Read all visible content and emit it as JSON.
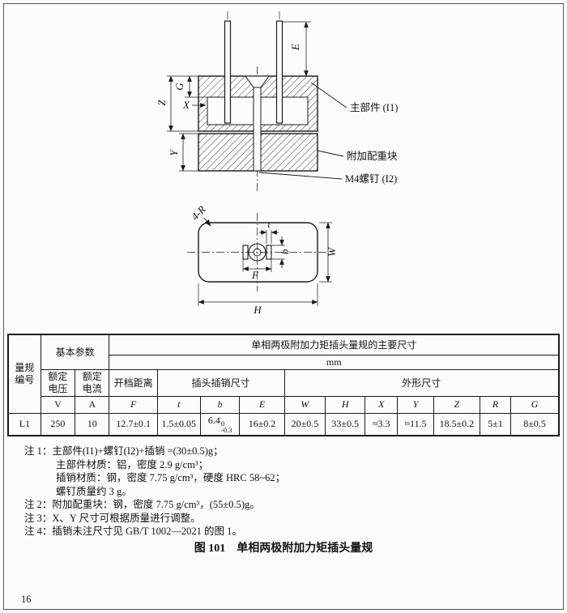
{
  "doc": {
    "page_number": "16",
    "caption": "图 101　单相两极附加力矩插头量规"
  },
  "section_view": {
    "dims": {
      "E": "E",
      "G": "G",
      "Z": "Z",
      "X": "X",
      "Y": "Y"
    },
    "callouts": {
      "main_part": "主部件 (I1)",
      "weight_block": "附加配重块",
      "screw": "M4螺钉 (I2)"
    }
  },
  "top_view": {
    "dims": {
      "corner": "4-R",
      "t": "t",
      "b": "b",
      "F": "F",
      "W": "W",
      "H": "H"
    }
  },
  "table": {
    "gauge_no_header": "量规\n编号",
    "basic_params_header": "基本参数",
    "main_header": "单相两极附加力矩插头量规的主要尺寸",
    "unit": "mm",
    "voltage_header": "额定\n电压",
    "current_header": "额定\n电流",
    "voltage_unit": "V",
    "current_unit": "A",
    "gap_header": "开档距离",
    "pin_dims_header": "插头插销尺寸",
    "outline_header": "外形尺寸",
    "symbols": [
      "F",
      "t",
      "b",
      "E",
      "W",
      "H",
      "X",
      "Y",
      "Z",
      "R",
      "G"
    ],
    "row": {
      "gauge_no": "L1",
      "voltage": "250",
      "current": "10",
      "F": "12.7±0.1",
      "t": "1.5±0.05",
      "b_value": "6.4",
      "b_tol_upper": "0",
      "b_tol_lower": "-0.3",
      "E": "16±0.2",
      "W": "20±0.5",
      "H": "33±0.5",
      "X": "≈3.3",
      "Y": "≈11.5",
      "Z": "18.5±0.2",
      "R": "5±1",
      "G": "8±0.5"
    }
  },
  "notes": [
    {
      "text": "注 1：主部件(I1)+螺钉(I2)+插销 =(30±0.5)g；"
    },
    {
      "text": "主部件材质：铝，密度 2.9 g/cm³；"
    },
    {
      "text": "插销材质：钢，密度 7.75 g/cm³，硬度 HRC 58~62；"
    },
    {
      "text": "螺钉质量约 3 g。"
    },
    {
      "text": "注 2：附加配重块：钢，密度 7.75 g/cm³，(55±0.5)g。"
    },
    {
      "text": "注 3：X、Y 尺寸可根据质量进行调整。"
    },
    {
      "text": "注 4：插销未注尺寸见 GB/T 1002—2021 的图 1。"
    }
  ]
}
